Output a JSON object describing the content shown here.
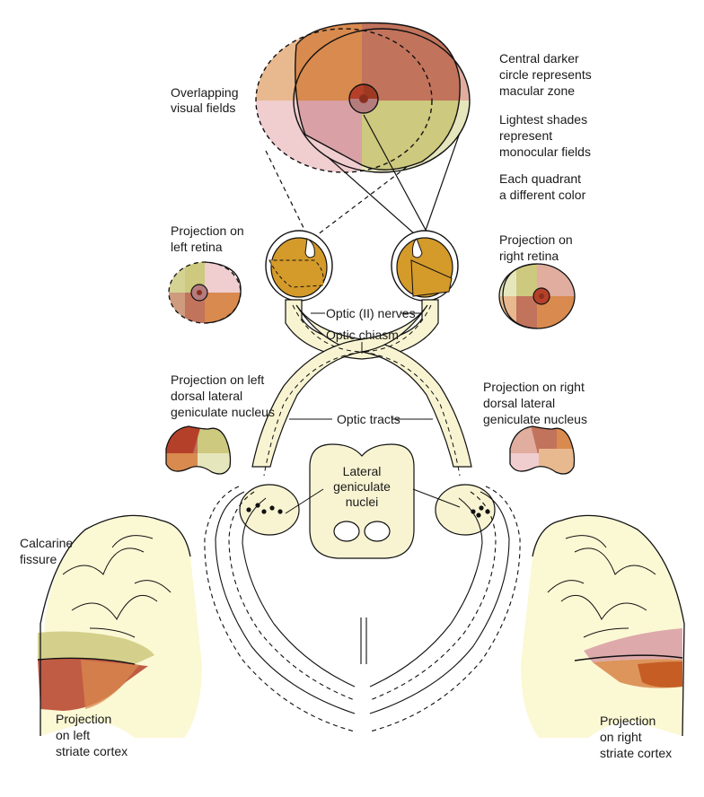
{
  "labels": {
    "overlapping": [
      "Overlapping",
      "visual fields"
    ],
    "central": [
      "Central darker",
      "circle represents",
      "macular zone"
    ],
    "lightest": [
      "Lightest shades",
      "represent",
      "monocular fields"
    ],
    "quadrant": [
      "Each quadrant",
      "a different color"
    ],
    "proj_left_retina": [
      "Projection on",
      "left retina"
    ],
    "proj_right_retina": [
      "Projection on",
      "right retina"
    ],
    "optic_nerves": "Optic (II) nerves",
    "optic_chiasm": "Optic chiasm",
    "optic_tracts": "Optic tracts",
    "proj_left_lgn": [
      "Projection on left",
      "dorsal lateral",
      "geniculate nucleus"
    ],
    "proj_right_lgn": [
      "Projection on right",
      "dorsal lateral",
      "geniculate nucleus"
    ],
    "lgn": [
      "Lateral",
      "geniculate",
      "nuclei"
    ],
    "calcarine": [
      "Calcarine",
      "fissure"
    ],
    "proj_left_cortex": [
      "Projection",
      "on left",
      "striate cortex"
    ],
    "proj_right_cortex": [
      "Projection",
      "on right",
      "striate cortex"
    ]
  },
  "colors": {
    "quad_upper_left": "#d98a4e",
    "quad_upper_right": "#c2735c",
    "quad_lower_left": "#d9a0a6",
    "quad_lower_right": "#cdc97e",
    "mono_left": "#e8b98f",
    "mono_right": "#e0ad9f",
    "mono_lower_left": "#f0cdcf",
    "mono_lower_right": "#e6e6bd",
    "macula_upper": "#b5402a",
    "macula_lower": "#b57c7e",
    "eye": "#d49a2a",
    "pathway": "#f8f4d2",
    "cortex": "#fbf8d4"
  }
}
